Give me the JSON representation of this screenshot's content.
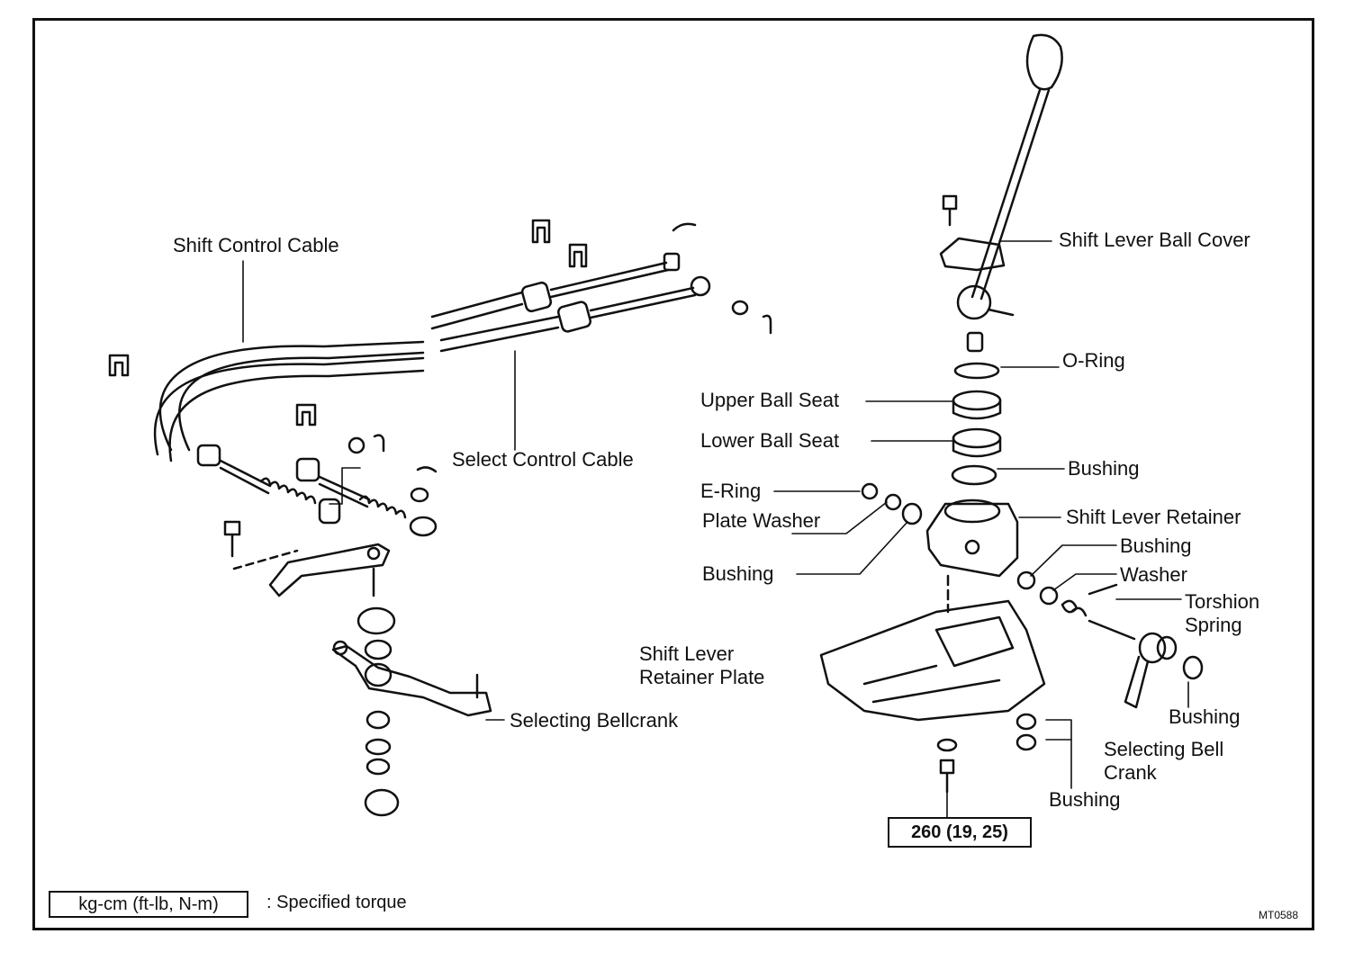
{
  "labels": {
    "shift_control_cable": "Shift Control Cable",
    "select_control_cable": "Select Control Cable",
    "selecting_bellcrank": "Selecting Bellcrank",
    "shift_lever_ball_cover": "Shift Lever Ball Cover",
    "o_ring": "O-Ring",
    "upper_ball_seat": "Upper Ball Seat",
    "lower_ball_seat": "Lower Ball Seat",
    "bushing_1": "Bushing",
    "e_ring": "E-Ring",
    "plate_washer": "Plate Washer",
    "bushing_2": "Bushing",
    "shift_lever_retainer": "Shift Lever Retainer",
    "bushing_3": "Bushing",
    "washer": "Washer",
    "torshion_spring": "Torshion Spring",
    "shift_lever_retainer_plate": "Shift Lever Retainer Plate",
    "bushing_4": "Bushing",
    "selecting_bell_crank": "Selecting Bell Crank",
    "bushing_5": "Bushing"
  },
  "torque_spec": "260 (19, 25)",
  "legend": {
    "units": "kg-cm (ft-lb, N-m)",
    "description": ":  Specified torque"
  },
  "figure_code": "MT0588",
  "colors": {
    "ink": "#111111",
    "background": "#ffffff"
  }
}
